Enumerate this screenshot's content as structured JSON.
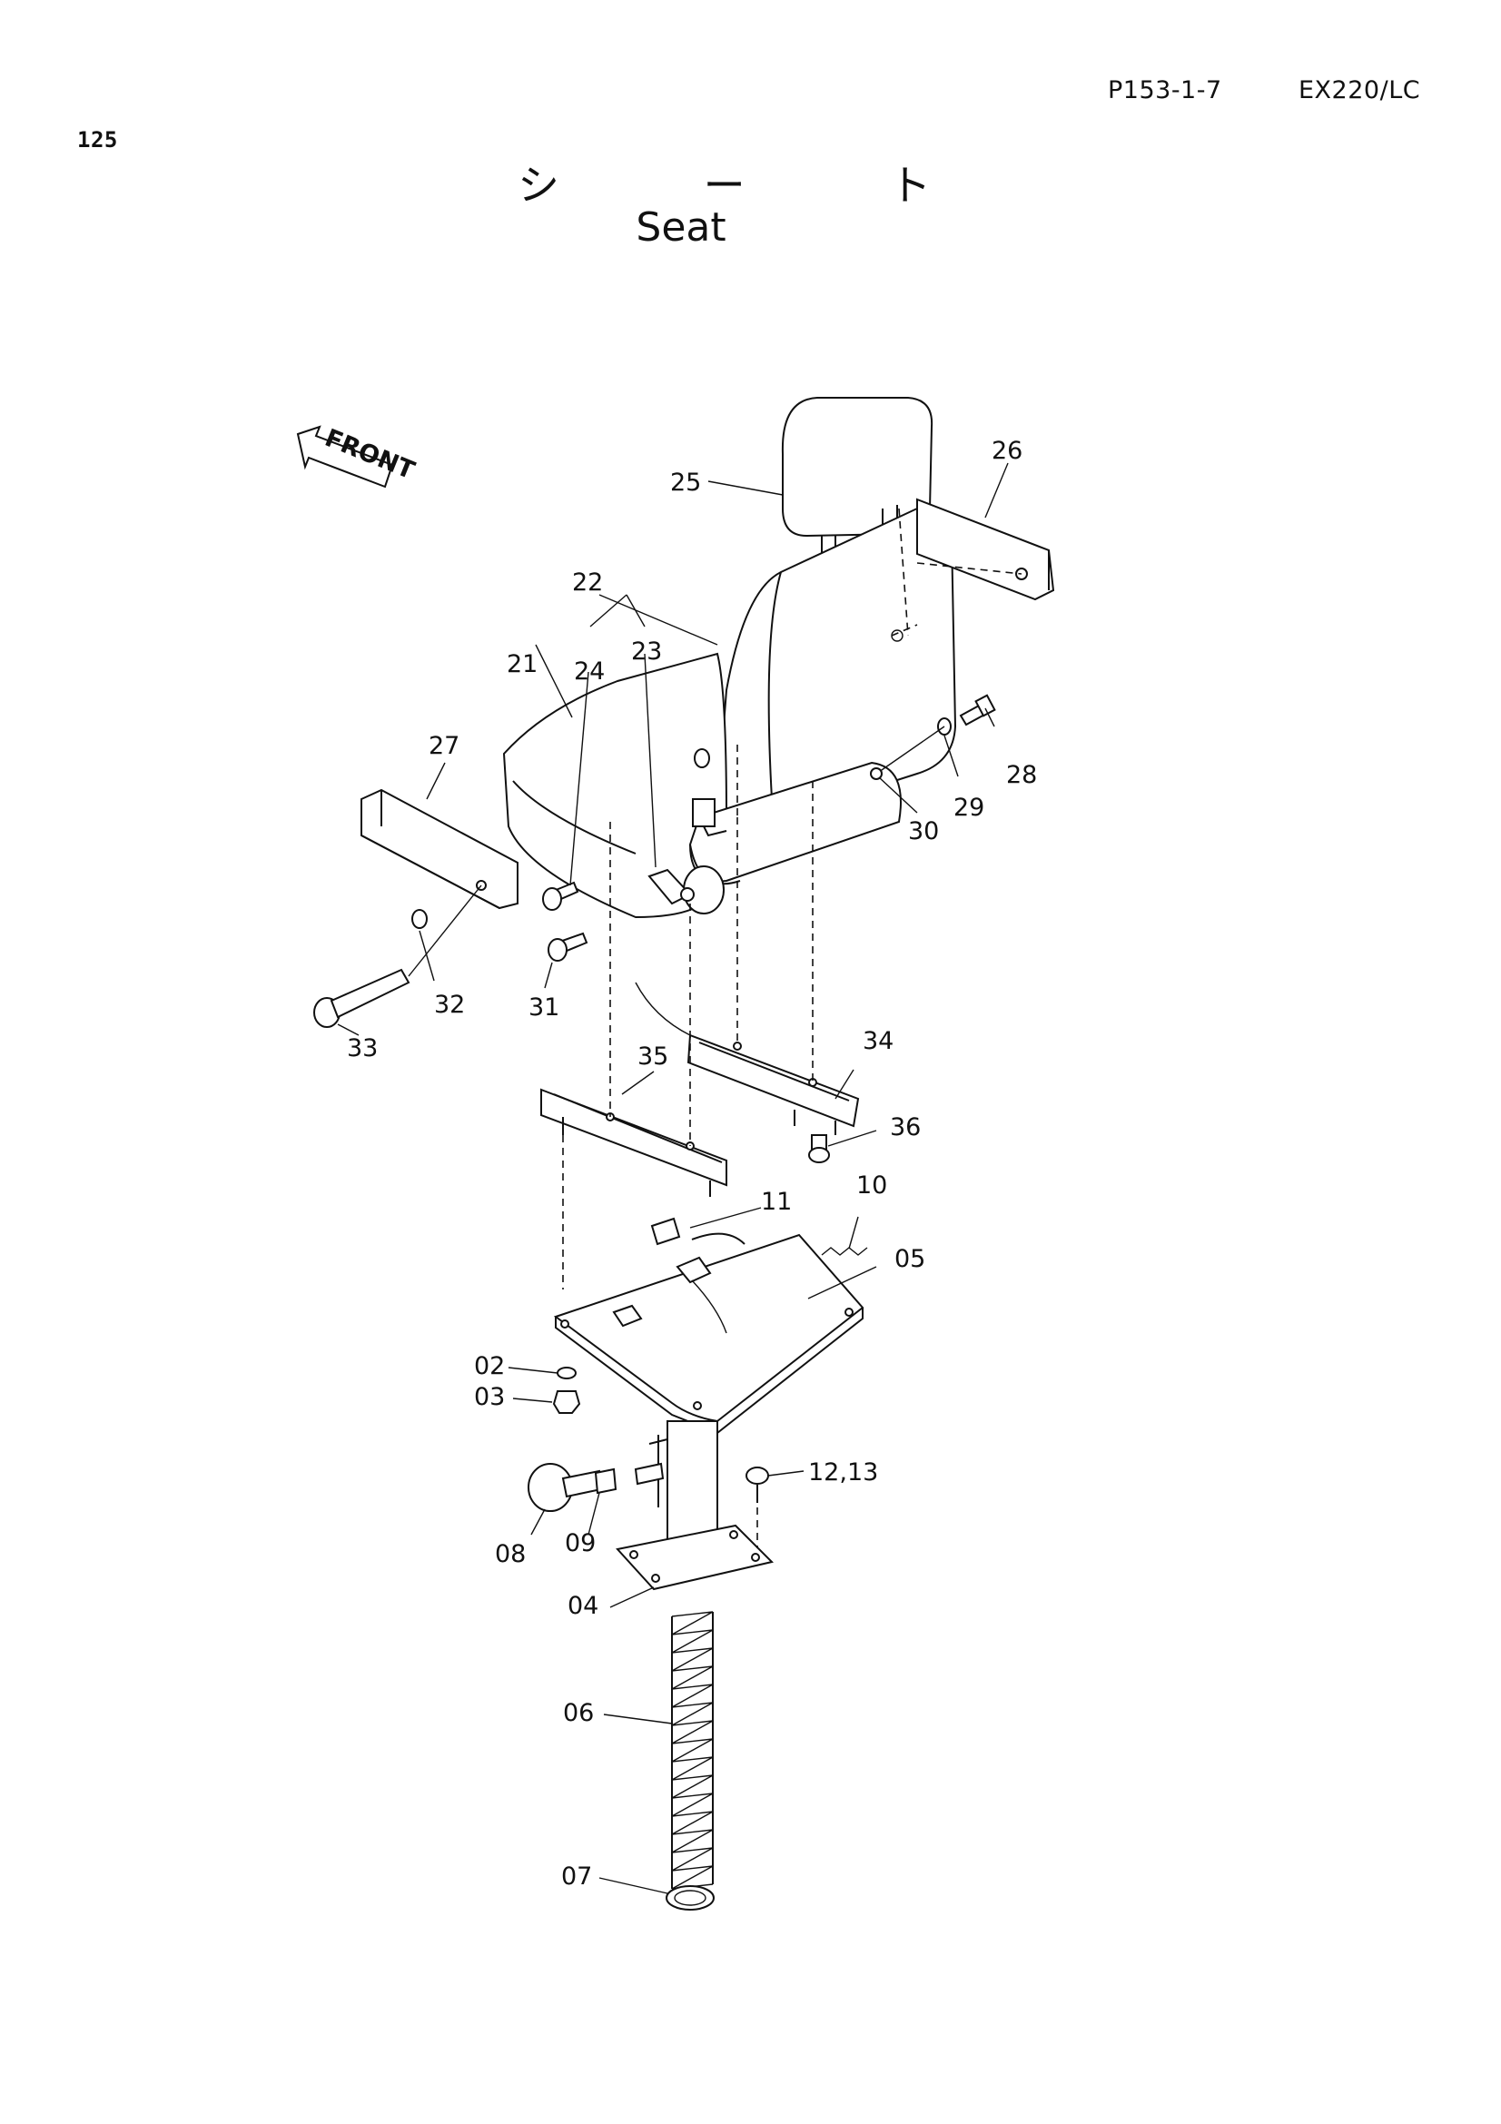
{
  "header": {
    "page_number": "125",
    "page_code": "P153-1-7",
    "model": "EX220/LC"
  },
  "title": {
    "japanese": "シ ー ト",
    "english": "Seat"
  },
  "orientation_label": "FRONT",
  "callouts": [
    {
      "id": "25",
      "label": "25"
    },
    {
      "id": "26",
      "label": "26"
    },
    {
      "id": "22",
      "label": "22"
    },
    {
      "id": "21",
      "label": "21"
    },
    {
      "id": "24",
      "label": "24"
    },
    {
      "id": "23",
      "label": "23"
    },
    {
      "id": "27",
      "label": "27"
    },
    {
      "id": "28",
      "label": "28"
    },
    {
      "id": "29",
      "label": "29"
    },
    {
      "id": "30",
      "label": "30"
    },
    {
      "id": "32",
      "label": "32"
    },
    {
      "id": "31",
      "label": "31"
    },
    {
      "id": "33",
      "label": "33"
    },
    {
      "id": "34",
      "label": "34"
    },
    {
      "id": "35",
      "label": "35"
    },
    {
      "id": "36",
      "label": "36"
    },
    {
      "id": "11",
      "label": "11"
    },
    {
      "id": "10",
      "label": "10"
    },
    {
      "id": "05",
      "label": "05"
    },
    {
      "id": "02",
      "label": "02"
    },
    {
      "id": "03",
      "label": "03"
    },
    {
      "id": "12,13",
      "label": "12,13"
    },
    {
      "id": "08",
      "label": "08"
    },
    {
      "id": "09",
      "label": "09"
    },
    {
      "id": "04",
      "label": "04"
    },
    {
      "id": "06",
      "label": "06"
    },
    {
      "id": "07",
      "label": "07"
    }
  ]
}
